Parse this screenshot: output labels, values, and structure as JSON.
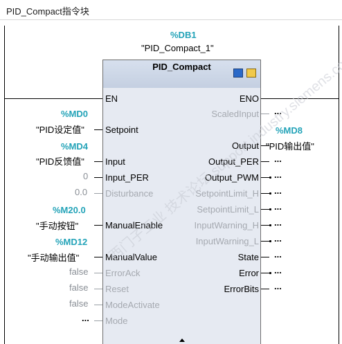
{
  "window": {
    "title": "PID_Compact指令块"
  },
  "instance": {
    "db_address": "%DB1",
    "db_name": "\"PID_Compact_1\""
  },
  "block": {
    "name": "PID_Compact",
    "icon_a": "db-icon",
    "icon_b": "help-icon"
  },
  "inputs": [
    {
      "pin": "EN",
      "enabled": true
    },
    {
      "pin": "Setpoint",
      "enabled": true,
      "address": "%MD0",
      "symbol": "\"PID设定值\""
    },
    {
      "pin": "Input",
      "enabled": true,
      "address": "%MD4",
      "symbol": "\"PID反馈值\""
    },
    {
      "pin": "Input_PER",
      "enabled": true,
      "const": "0"
    },
    {
      "pin": "Disturbance",
      "enabled": false,
      "const": "0.0"
    },
    {
      "pin": "ManualEnable",
      "enabled": true,
      "address": "%M20.0",
      "symbol": "\"手动按钮\""
    },
    {
      "pin": "ManualValue",
      "enabled": true,
      "address": "%MD12",
      "symbol": "\"手动输出值\""
    },
    {
      "pin": "ErrorAck",
      "enabled": false,
      "const": "false"
    },
    {
      "pin": "Reset",
      "enabled": false,
      "const": "false"
    },
    {
      "pin": "ModeActivate",
      "enabled": false,
      "const": "false"
    },
    {
      "pin": "Mode",
      "enabled": false,
      "const": "..."
    }
  ],
  "outputs": [
    {
      "pin": "ENO",
      "enabled": true
    },
    {
      "pin": "ScaledInput",
      "enabled": false,
      "value": "..."
    },
    {
      "pin": "Output",
      "enabled": true,
      "address": "%MD8",
      "symbol": "\"PID输出值\""
    },
    {
      "pin": "Output_PER",
      "enabled": true,
      "value": "..."
    },
    {
      "pin": "Output_PWM",
      "enabled": true,
      "value": "..."
    },
    {
      "pin": "SetpointLimit_H",
      "enabled": false,
      "value": "..."
    },
    {
      "pin": "SetpointLimit_L",
      "enabled": false,
      "value": "..."
    },
    {
      "pin": "InputWarning_H",
      "enabled": false,
      "value": "..."
    },
    {
      "pin": "InputWarning_L",
      "enabled": false,
      "value": "..."
    },
    {
      "pin": "State",
      "enabled": true,
      "value": "..."
    },
    {
      "pin": "Error",
      "enabled": true,
      "value": "..."
    },
    {
      "pin": "ErrorBits",
      "enabled": true,
      "value": "..."
    }
  ],
  "watermark": {
    "text": "西门子工业 技术论坛 support.industry.siemens.com/cs"
  },
  "colors": {
    "address": "#23a3b8",
    "block_fill": "#e6eaf2",
    "disabled_pin": "#a5a9b0"
  }
}
